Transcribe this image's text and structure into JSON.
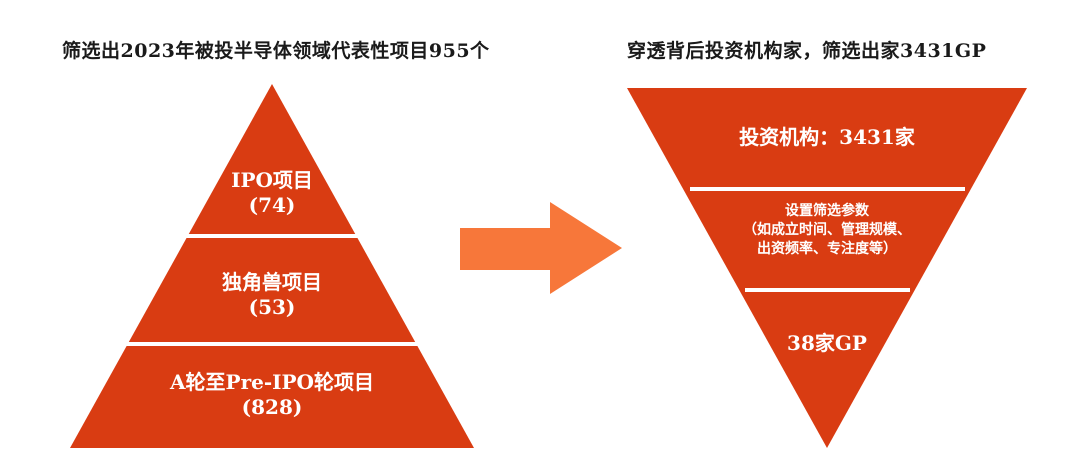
{
  "left": {
    "heading": "筛选出2023年被投半导体领域代表性项目955个",
    "tiers": [
      {
        "name": "IPO项目",
        "count": "(74)"
      },
      {
        "name": "独角兽项目",
        "count": "(53)"
      },
      {
        "name": "A轮至Pre-IPO轮项目",
        "count": "(828)"
      }
    ]
  },
  "right": {
    "heading": "穿透背后投资机构家，筛选出家3431GP",
    "tiers": [
      {
        "line1": "投资机构：3431家"
      },
      {
        "line1": "设置筛选参数",
        "line2": "（如成立时间、管理规模、",
        "line3": "出资频率、专注度等）"
      },
      {
        "line1": "38家GP"
      }
    ]
  },
  "colors": {
    "pyramid_fill": "#d93c12",
    "arrow_fill": "#f7773a",
    "divider": "#ffffff"
  }
}
